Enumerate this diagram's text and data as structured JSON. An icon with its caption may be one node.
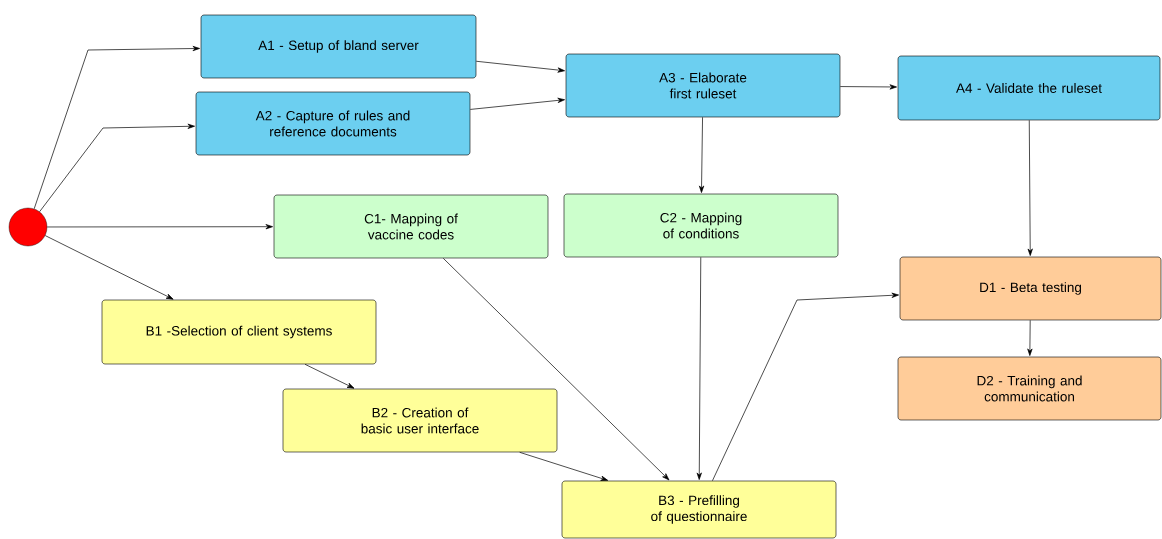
{
  "diagram": {
    "nodes": [
      {
        "text": [],
        "shape": "circle"
      },
      {
        "text": [
          "A1 - Setup of bland server"
        ]
      },
      {
        "text": [
          "A2 - Capture of rules and reference documents"
        ]
      },
      {
        "text": [
          "A3 - Elaborate first ruleset"
        ]
      },
      {
        "text": [
          "A4 - Validate the ruleset"
        ]
      },
      {
        "text": [
          "C1- Mapping of vaccine codes"
        ]
      },
      {
        "text": [
          "C2 - Mapping of conditions"
        ]
      },
      {
        "text": [
          "D1 - Beta testing"
        ]
      },
      {
        "text": [
          "B1 -Selection of client systems"
        ]
      },
      {
        "text": [
          "D2 - Training and communication"
        ]
      },
      {
        "text": [
          "B2 - Creation of basic user interface"
        ]
      },
      {
        "text": [
          "B3 - Prefilling of questionnaire"
        ]
      }
    ],
    "edges": [
      {
        "from": 0,
        "to": 1,
        "arrow": "to"
      },
      {
        "from": 0,
        "to": 2,
        "arrow": "to"
      },
      {
        "from": 0,
        "to": 5,
        "arrow": "to"
      },
      {
        "from": 0,
        "to": 8,
        "arrow": "to"
      },
      {
        "from": 1,
        "to": 3,
        "arrow": "to"
      },
      {
        "from": 2,
        "to": 3,
        "arrow": "to"
      },
      {
        "from": 3,
        "to": 4,
        "arrow": "to"
      },
      {
        "from": 3,
        "to": 6,
        "arrow": "to"
      },
      {
        "from": 4,
        "to": 7,
        "arrow": "to"
      },
      {
        "from": 7,
        "to": 9,
        "arrow": "to"
      },
      {
        "from": 8,
        "to": 10,
        "arrow": "to"
      },
      {
        "from": 10,
        "to": 11,
        "arrow": "to"
      },
      {
        "from": 5,
        "to": 11,
        "arrow": "to"
      },
      {
        "from": 6,
        "to": 11,
        "arrow": "to"
      },
      {
        "from": 11,
        "to": 7,
        "arrow": "to"
      }
    ]
  }
}
